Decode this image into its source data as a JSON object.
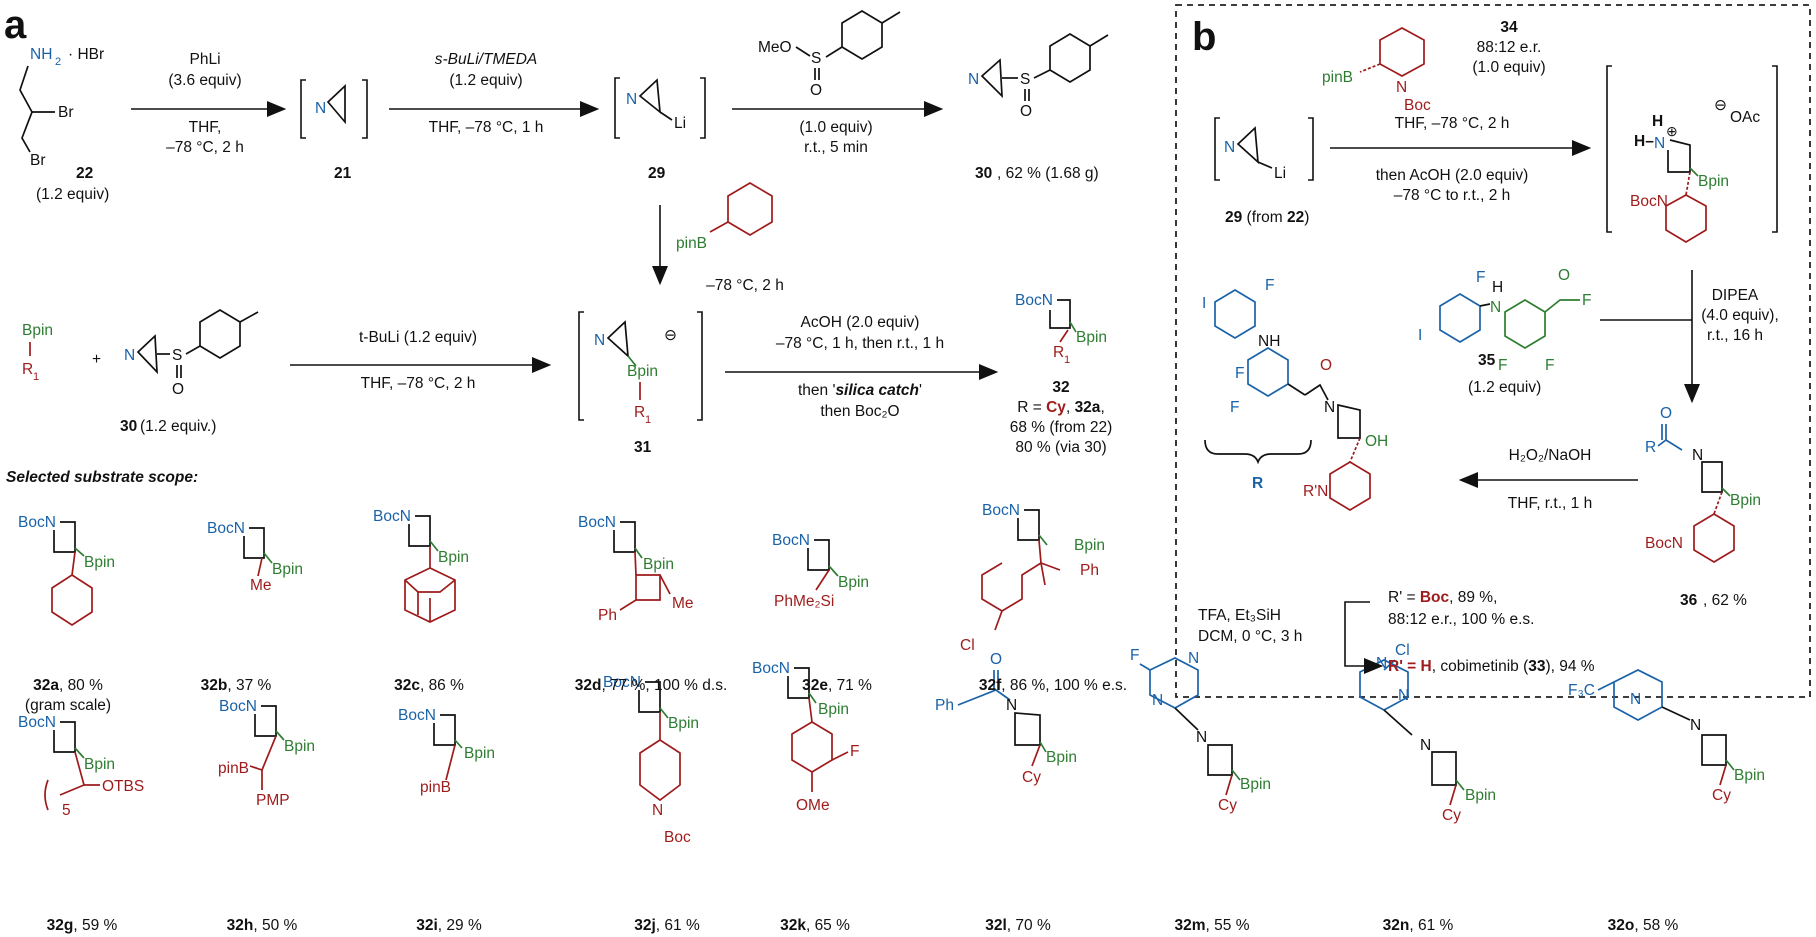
{
  "panel_labels": {
    "a": "a",
    "b": "b"
  },
  "scope_header": "Selected substrate scope:",
  "panel_a": {
    "sm22": {
      "name": "22",
      "equiv": "(1.2 equiv)",
      "nh2": "NH",
      "hbr": "· HBr",
      "br1": "Br",
      "br2": "Br"
    },
    "step1": {
      "reagent": "PhLi",
      "equiv": "(3.6 equiv)",
      "solvent": "THF,",
      "cond": "–78 °C, 2 h"
    },
    "int21": {
      "name": "21",
      "n": "N"
    },
    "step2": {
      "reagent": "s-BuLi/TMEDA",
      "equiv": "(1.2 equiv)",
      "cond": "THF, –78 °C, 1 h"
    },
    "int29": {
      "name": "29",
      "n": "N",
      "li": "Li"
    },
    "step3": {
      "reagent": "MeO",
      "equiv": "(1.0 equiv)",
      "cond": "r.t., 5 min",
      "s": "S",
      "o": "O"
    },
    "prod30": {
      "name": "30",
      "yield": ", 62 % (1.68 g)",
      "n": "N",
      "s": "S",
      "o": "O"
    },
    "step_down": {
      "reagent": "pinB",
      "cond": "–78 °C, 2 h"
    },
    "bpin_r1": {
      "bpin": "Bpin",
      "r1": "R",
      "plus": "+"
    },
    "sulf30": {
      "name": "30",
      "note": " (1.2 equiv.)",
      "n": "N",
      "s": "S",
      "o": "O"
    },
    "step4": {
      "reagent": "t-BuLi (1.2 equiv)",
      "cond": "THF, –78 °C, 2 h"
    },
    "int31": {
      "name": "31",
      "n": "N",
      "bpin": "Bpin",
      "r1": "R",
      "charge": "⊖"
    },
    "step5": {
      "line1": "AcOH (2.0 equiv)",
      "line2": "–78 °C, 1 h, then r.t., 1 h",
      "line3a": "then '",
      "line3b": "silica catch",
      "line3c": "'",
      "line4": "then Boc₂O"
    },
    "prod32": {
      "name": "32",
      "line1a": "R = ",
      "line1b": "Cy",
      "line1c": ", ",
      "line1d": "32a",
      "line1e": ",",
      "line2": "68 % (from 22)",
      "line3": "80 % (via 30)",
      "bocn": "BocN",
      "bpin": "Bpin",
      "r1": "R"
    }
  },
  "scope_row1": [
    {
      "id": "32a",
      "text": ", 80 %",
      "extra": "(gram scale)"
    },
    {
      "id": "32b",
      "text": ", 37 %"
    },
    {
      "id": "32c",
      "text": ", 86 %"
    },
    {
      "id": "32d",
      "text": ", 77 %, 100 % d.s."
    },
    {
      "id": "32e",
      "text": ", 71 %"
    },
    {
      "id": "32f",
      "text": ", 86 %, 100 % e.s."
    }
  ],
  "scope_row2": [
    {
      "id": "32g",
      "text": ", 59 %"
    },
    {
      "id": "32h",
      "text": ", 50 %"
    },
    {
      "id": "32i",
      "text": ", 29 %"
    },
    {
      "id": "32j",
      "text": ", 61 %"
    },
    {
      "id": "32k",
      "text": ", 65 %"
    },
    {
      "id": "32l",
      "text": ", 70 %"
    },
    {
      "id": "32m",
      "text": ", 55 %"
    },
    {
      "id": "32n",
      "text": ", 61 %"
    },
    {
      "id": "32o",
      "text": ", 58 %"
    }
  ],
  "struct_text": {
    "bocn": "BocN",
    "bpin": "Bpin",
    "me": "Me",
    "ph": "Ph",
    "phme2si": "PhMe₂Si",
    "cl": "Cl",
    "otbs": "OTBS",
    "five": "5",
    "pinb": "pinB",
    "pmp": "PMP",
    "n": "N",
    "boc": "Boc",
    "ome": "OMe",
    "f": "F",
    "o": "O",
    "cy": "Cy",
    "cl2": "Cl",
    "f3c": "F₃C"
  },
  "panel_b": {
    "int29": {
      "name": "29",
      "from": " (from ",
      "src": "22",
      "close": ")",
      "n": "N",
      "li": "Li"
    },
    "reagent34": {
      "name": "34",
      "er": "88:12 e.r.",
      "equiv": "(1.0 equiv)",
      "pinb": "pinB",
      "n": "N",
      "boc": "Boc"
    },
    "step1": {
      "line1": "THF, –78 °C, 2 h",
      "line2": "then AcOH (2.0 equiv)",
      "line3": "–78 °C to  r.t., 2 h"
    },
    "salt": {
      "h1": "H",
      "h2": "H–",
      "n": "N",
      "plus": "⊕",
      "minus": "⊖",
      "oac": "OAc",
      "bpin": "Bpin",
      "bocn": "BocN"
    },
    "step2": {
      "line1": "DIPEA",
      "line2": "(4.0 equiv),",
      "line3": "r.t., 16 h"
    },
    "reagent35": {
      "name": "35",
      "equiv": "(1.2 equiv)",
      "i": "I",
      "f1": "F",
      "f2": "F",
      "f3": "F",
      "f4": "F",
      "nh": "H",
      "n": "N",
      "o": "O"
    },
    "prod36": {
      "name": "36",
      "yield": ", 62 %",
      "r": "R",
      "n": "N",
      "o": "O",
      "bpin": "Bpin",
      "bocn": "BocN"
    },
    "step3": {
      "line1": "H₂O₂/NaOH",
      "line2": "THF, r.t., 1 h"
    },
    "prod33": {
      "i": "I",
      "f1": "F",
      "f2": "F",
      "f3": "F",
      "nh": "NH",
      "o": "O",
      "n": "N",
      "oh": "OH",
      "rn": "R'N",
      "r": "R"
    },
    "step4": {
      "line1": "TFA, Et₃SiH",
      "line2": "DCM, 0 °C, 3 h"
    },
    "results": {
      "r1a": "R' = ",
      "r1b": "Boc",
      "r1c": ", 89 %,",
      "r1d": "88:12 e.r., 100 % e.s.",
      "r2a": "R' = ",
      "r2b": "H",
      "r2c": ", cobimetinib (",
      "r2d": "33",
      "r2e": "), 94 %"
    }
  }
}
